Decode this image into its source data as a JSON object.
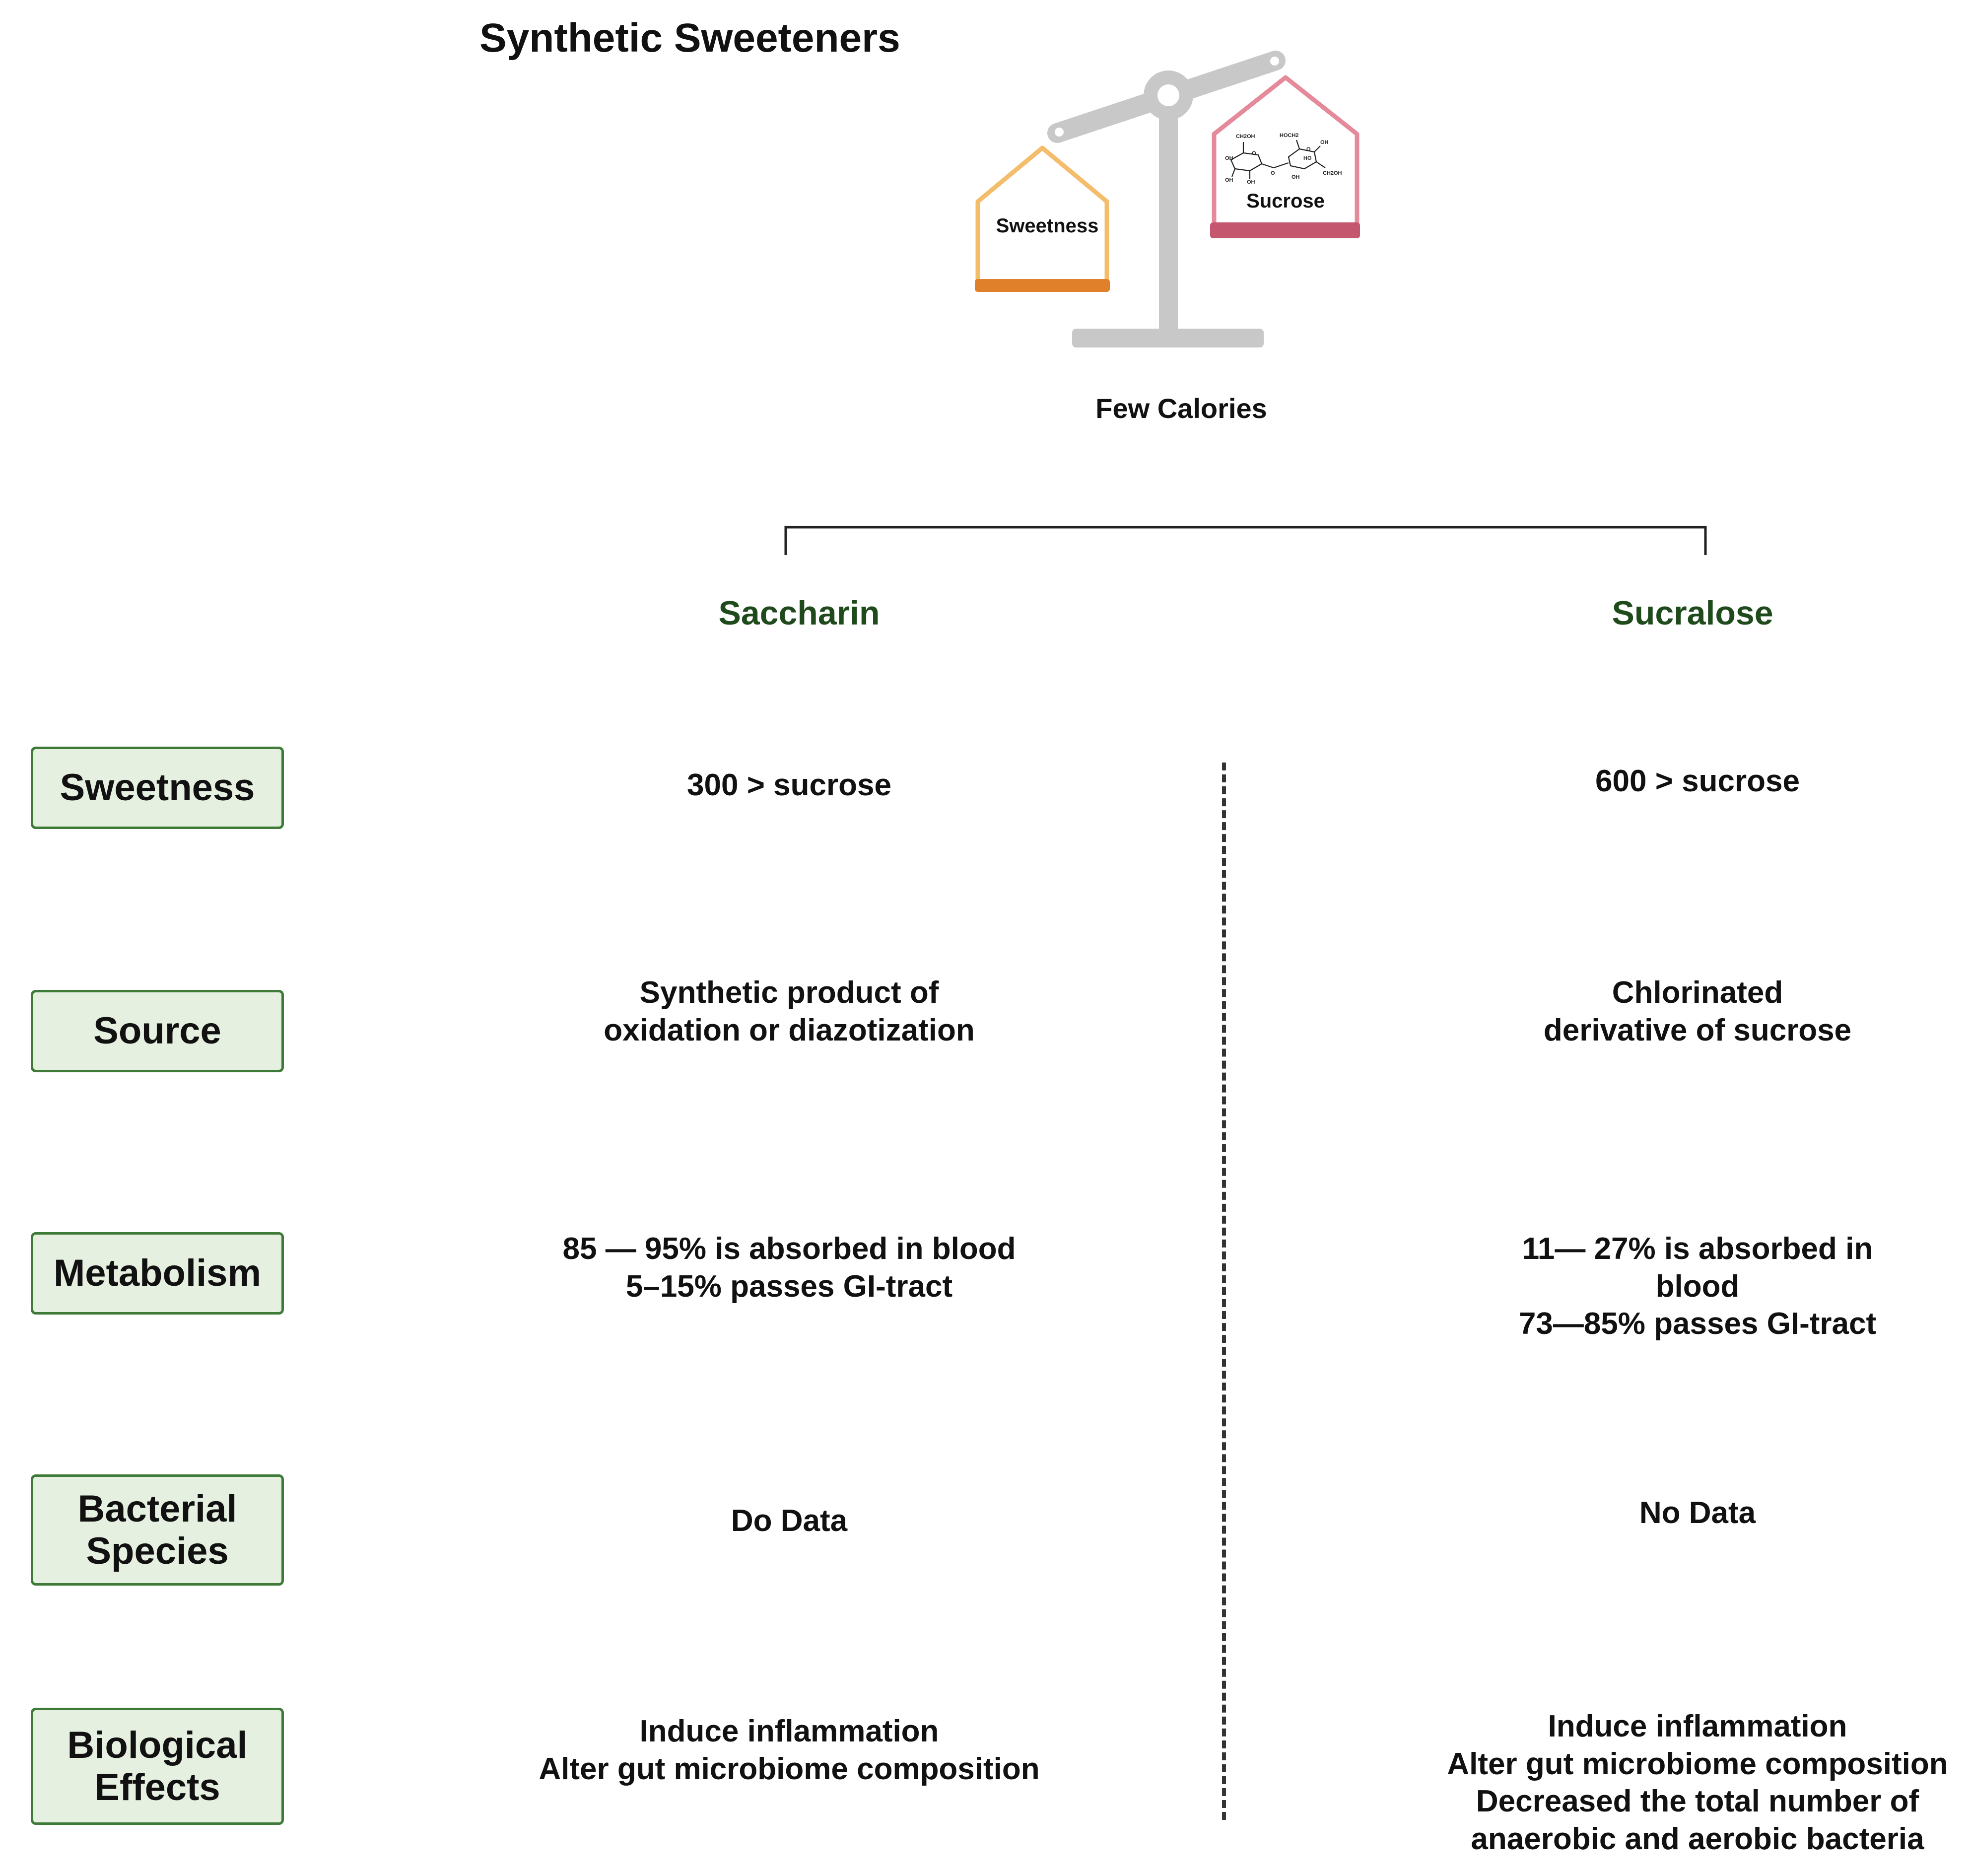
{
  "title": "Synthetic Sweeteners",
  "scale": {
    "left_pan_label": "Sweetness",
    "right_pan_label": "Sucrose",
    "caption": "Few Calories",
    "colors": {
      "beam": "#c8c8c8",
      "left_pan": "#f4bd6c",
      "left_base": "#e0802a",
      "right_pan": "#e58a9a",
      "right_base": "#c4566f"
    },
    "molecule_labels": [
      "CH2OH",
      "HOCH2",
      "OH",
      "OH",
      "OH",
      "OH",
      "HO",
      "OH",
      "CH2OH",
      "O",
      "O",
      "O"
    ]
  },
  "columns": {
    "left": "Saccharin",
    "right": "Sucralose"
  },
  "rows": [
    {
      "label": "Sweetness",
      "left": "300 > sucrose",
      "right": "600 > sucrose"
    },
    {
      "label": "Source",
      "left": "Synthetic product of\noxidation or diazotization",
      "right": "Chlorinated\nderivative of sucrose"
    },
    {
      "label": "Metabolism",
      "left": "85 — 95% is absorbed in blood\n5–15% passes GI-tract",
      "right": "11— 27% is absorbed in\nblood\n73—85% passes GI-tract"
    },
    {
      "label": "Bacterial\nSpecies",
      "left": "Do Data",
      "right": "No Data"
    },
    {
      "label": "Biological\nEffects",
      "left": "Induce inflammation\nAlter gut microbiome composition",
      "right": "Induce inflammation\nAlter gut microbiome composition\nDecreased the total number of\nanaerobic and aerobic bacteria"
    }
  ],
  "colors": {
    "label_fill": "#e6f0e1",
    "label_border": "#3e7a38",
    "column_heading": "#1f4a1c"
  }
}
